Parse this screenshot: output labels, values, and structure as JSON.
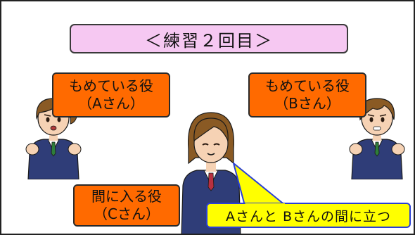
{
  "title": "＜練習２回目＞",
  "roles": {
    "a": {
      "line1": "もめている役",
      "line2": "（Aさん）"
    },
    "b": {
      "line1": "もめている役",
      "line2": "（Bさん）"
    },
    "c": {
      "line1": "間に入る役",
      "line2": "（Cさん）"
    }
  },
  "speech": "Aさんと Bさんの間に立つ",
  "colors": {
    "title_bg": "#f6c8f2",
    "role_bg": "#ff6a00",
    "speech_bg": "#ffff00",
    "speech_border": "#2a3fd6"
  },
  "icons": [
    "student-a-illustration",
    "student-c-illustration",
    "student-b-illustration"
  ]
}
